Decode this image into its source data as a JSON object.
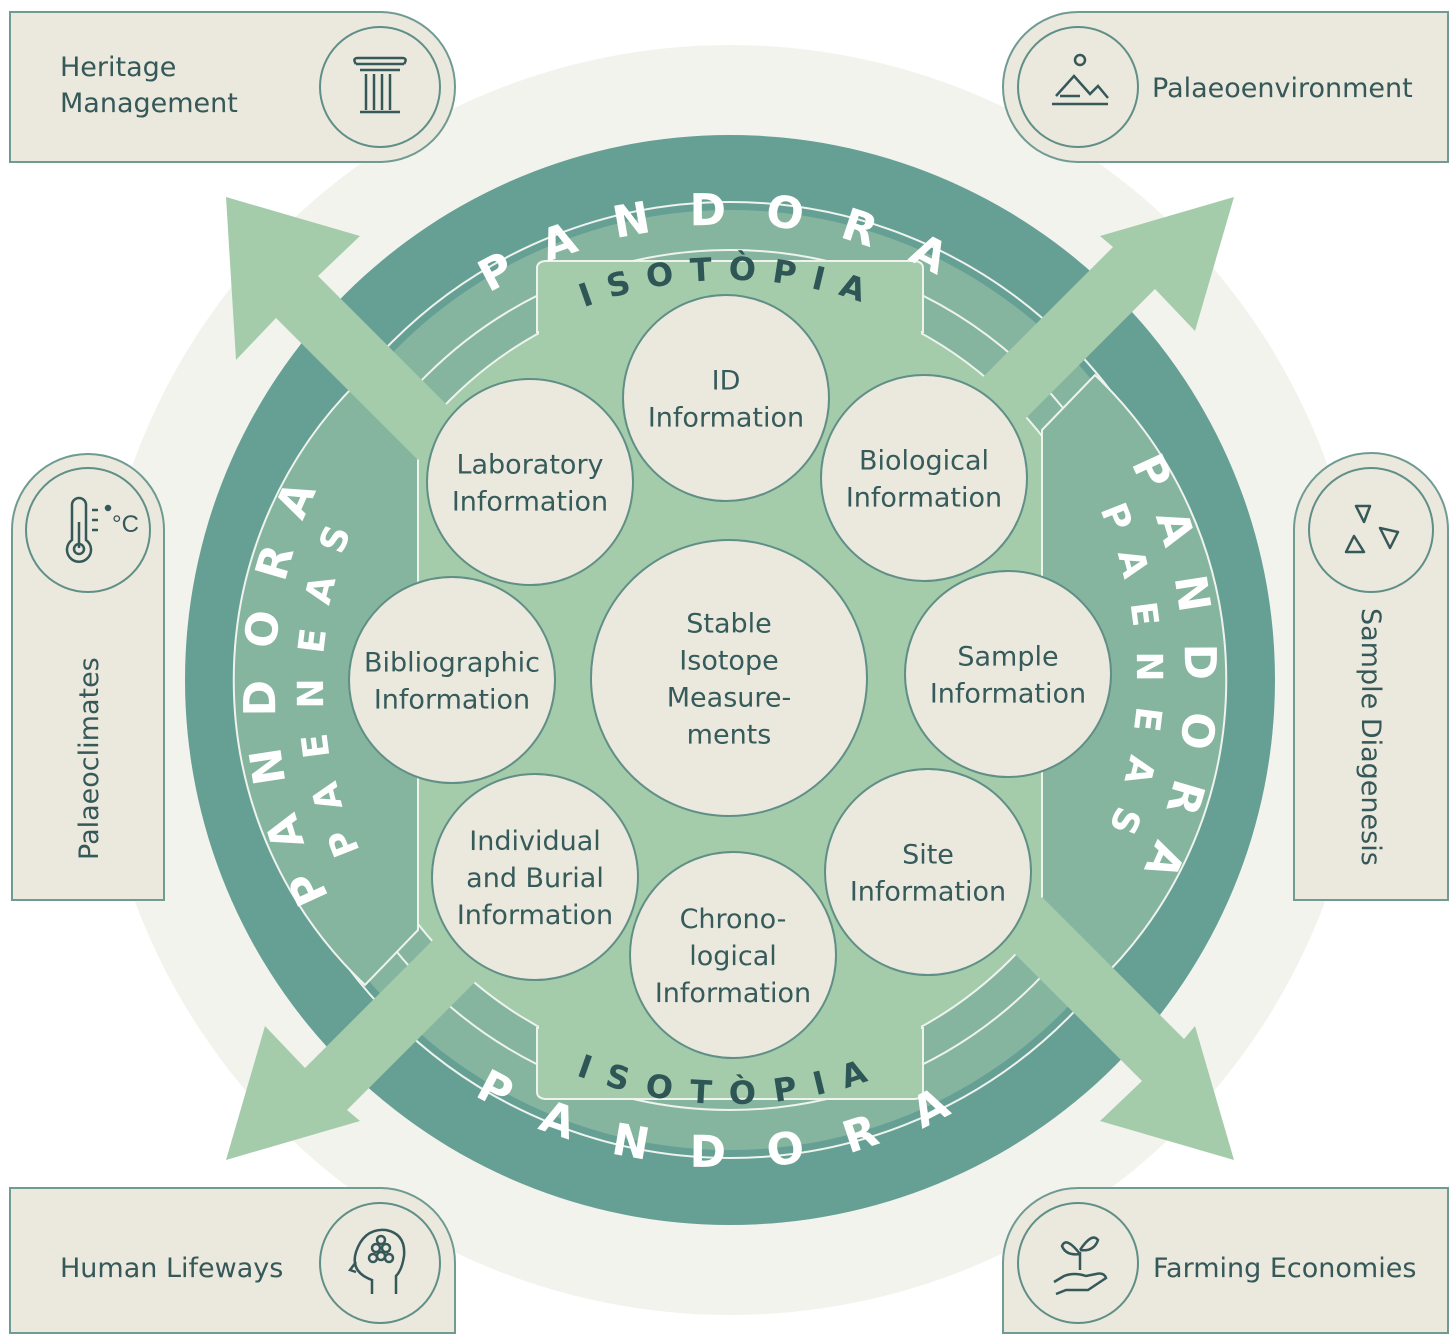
{
  "colors": {
    "background_halo": "#f3f3ee",
    "outer_ring": "#66a095",
    "middle_ring": "#86b59f",
    "inner_disc": "#a4ccaa",
    "node_fill": "#ebe8de",
    "node_stroke": "#5f8f86",
    "card_fill": "#ebe8de",
    "card_stroke": "#6f9b93",
    "text_dark": "#365b5b",
    "arrow": "#a4ccaa"
  },
  "rings": {
    "outer_label": "PANDORA",
    "middle_label": "PAENEAS",
    "inner_label": "ISOTÒPIA"
  },
  "nodes": {
    "center": [
      "Stable",
      "Isotope",
      "Measure-",
      "ments"
    ],
    "id": [
      "ID",
      "Information"
    ],
    "biological": [
      "Biological",
      "Information"
    ],
    "sample": [
      "Sample",
      "Information"
    ],
    "site": [
      "Site",
      "Information"
    ],
    "chronological": [
      "Chrono-",
      "logical",
      "Information"
    ],
    "individual": [
      "Individual",
      "and Burial",
      "Information"
    ],
    "bibliographic": [
      "Bibliographic",
      "Information"
    ],
    "laboratory": [
      "Laboratory",
      "Information"
    ]
  },
  "cards": {
    "heritage": {
      "lines": [
        "Heritage",
        "Management"
      ],
      "icon": "column-icon"
    },
    "palaeoenvironment": {
      "lines": [
        "Palaeoenvironment"
      ],
      "icon": "landscape-icon"
    },
    "palaeoclimates": {
      "lines": [
        "Palaeoclimates"
      ],
      "icon": "thermometer-icon",
      "icon_text": "°C"
    },
    "sample_diagenesis": {
      "lines": [
        "Sample Diagenesis"
      ],
      "icon": "particles-icon"
    },
    "human_lifeways": {
      "lines": [
        "Human Lifeways"
      ],
      "icon": "head-icon"
    },
    "farming_economies": {
      "lines": [
        "Farming Economies"
      ],
      "icon": "plant-hand-icon"
    }
  }
}
